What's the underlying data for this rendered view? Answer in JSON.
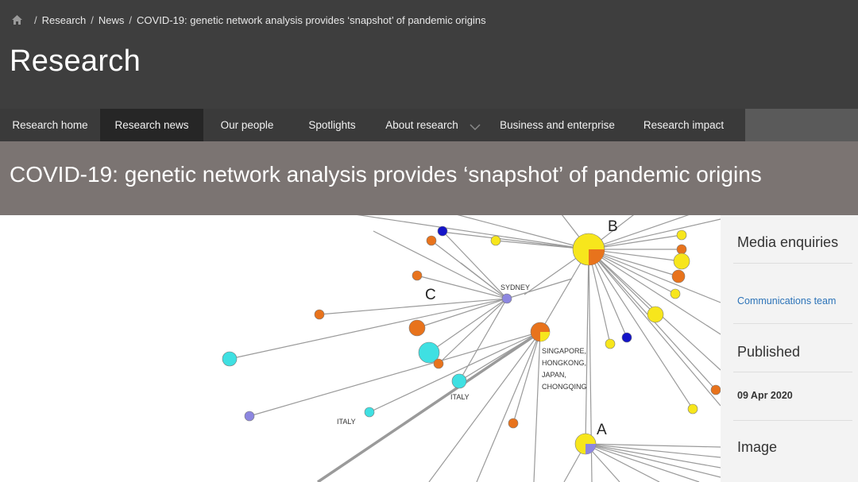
{
  "breadcrumb": {
    "home_icon": "home-icon",
    "items": [
      "Research",
      "News",
      "COVID-19: genetic network analysis provides ‘snapshot’ of pandemic origins"
    ]
  },
  "site_title": "Research",
  "nav": {
    "items": [
      {
        "label": "Research home",
        "active": false
      },
      {
        "label": "Research news",
        "active": true
      },
      {
        "label": "Our people",
        "active": false
      },
      {
        "label": "Spotlights",
        "active": false
      },
      {
        "label": "About research",
        "active": false,
        "dropdown_icon": "chevron-down-icon"
      },
      {
        "label": "Business and enterprise",
        "active": false
      },
      {
        "label": "Research impact",
        "active": false
      }
    ]
  },
  "article_title": "COVID-19: genetic network analysis provides ‘snapshot’ of pandemic origins",
  "figure": {
    "cluster_labels": {
      "a": "A",
      "b": "B",
      "c": "C"
    },
    "node_labels": {
      "sydney": "SYDNEY",
      "singapore": [
        "SINGAPORE,",
        "HONGKONG,",
        "JAPAN,",
        "CHONGQING"
      ],
      "italy_1": "ITALY",
      "italy_2": "ITALY"
    },
    "colors": {
      "edge": "#9a9a9a",
      "orange": "#e8731c",
      "yellow": "#f7e61c",
      "cyan": "#3fe0e2",
      "purple": "#8c86e0",
      "blue": "#1414c8"
    }
  },
  "sidebar": {
    "media_heading": "Media enquiries",
    "media_link": "Communications team",
    "published_heading": "Published",
    "published_date": "09 Apr 2020",
    "image_heading": "Image"
  }
}
